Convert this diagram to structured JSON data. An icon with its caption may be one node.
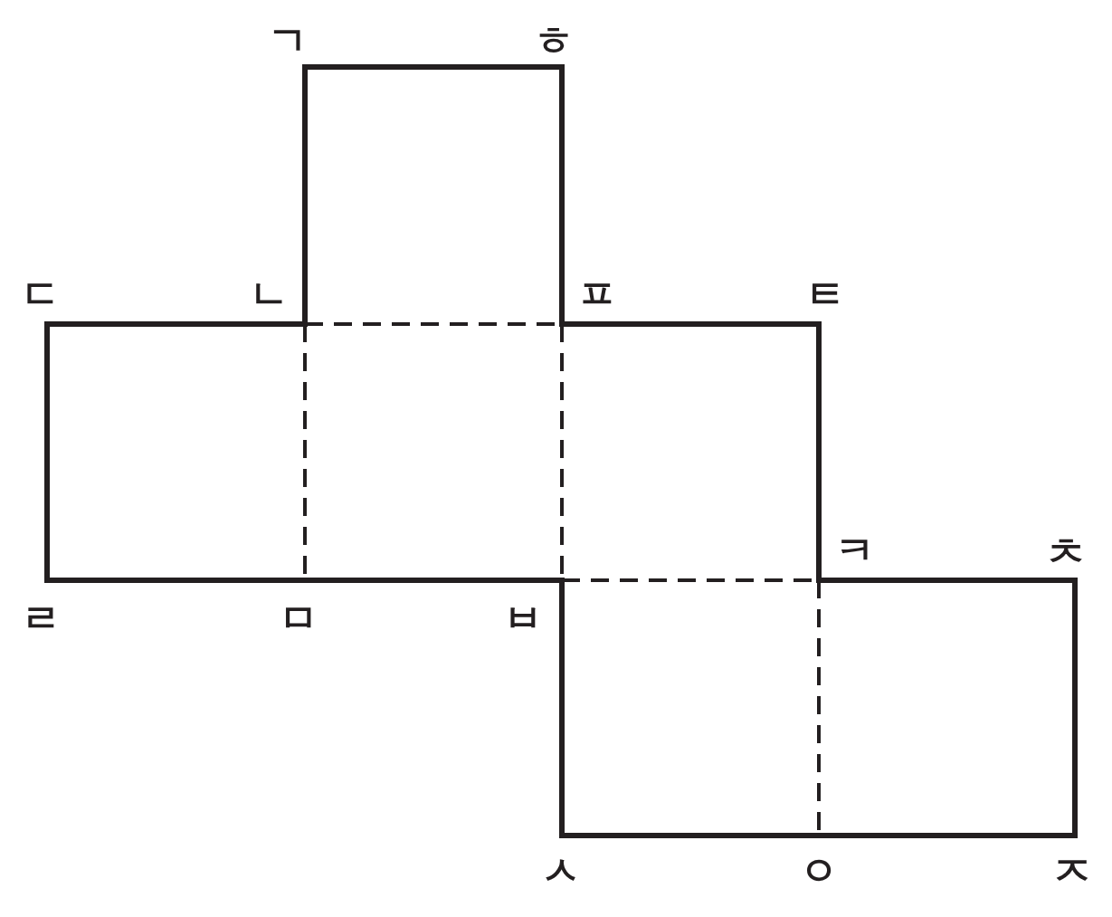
{
  "diagram": {
    "labels": [
      "ㄱ",
      "ㅎ",
      "ㄷ",
      "ㄴ",
      "ㅍ",
      "ㅌ",
      "ㅋ",
      "ㅊ",
      "ㄹ",
      "ㅁ",
      "ㅂ",
      "ㅅ",
      "ㅇ",
      "ㅈ"
    ]
  }
}
